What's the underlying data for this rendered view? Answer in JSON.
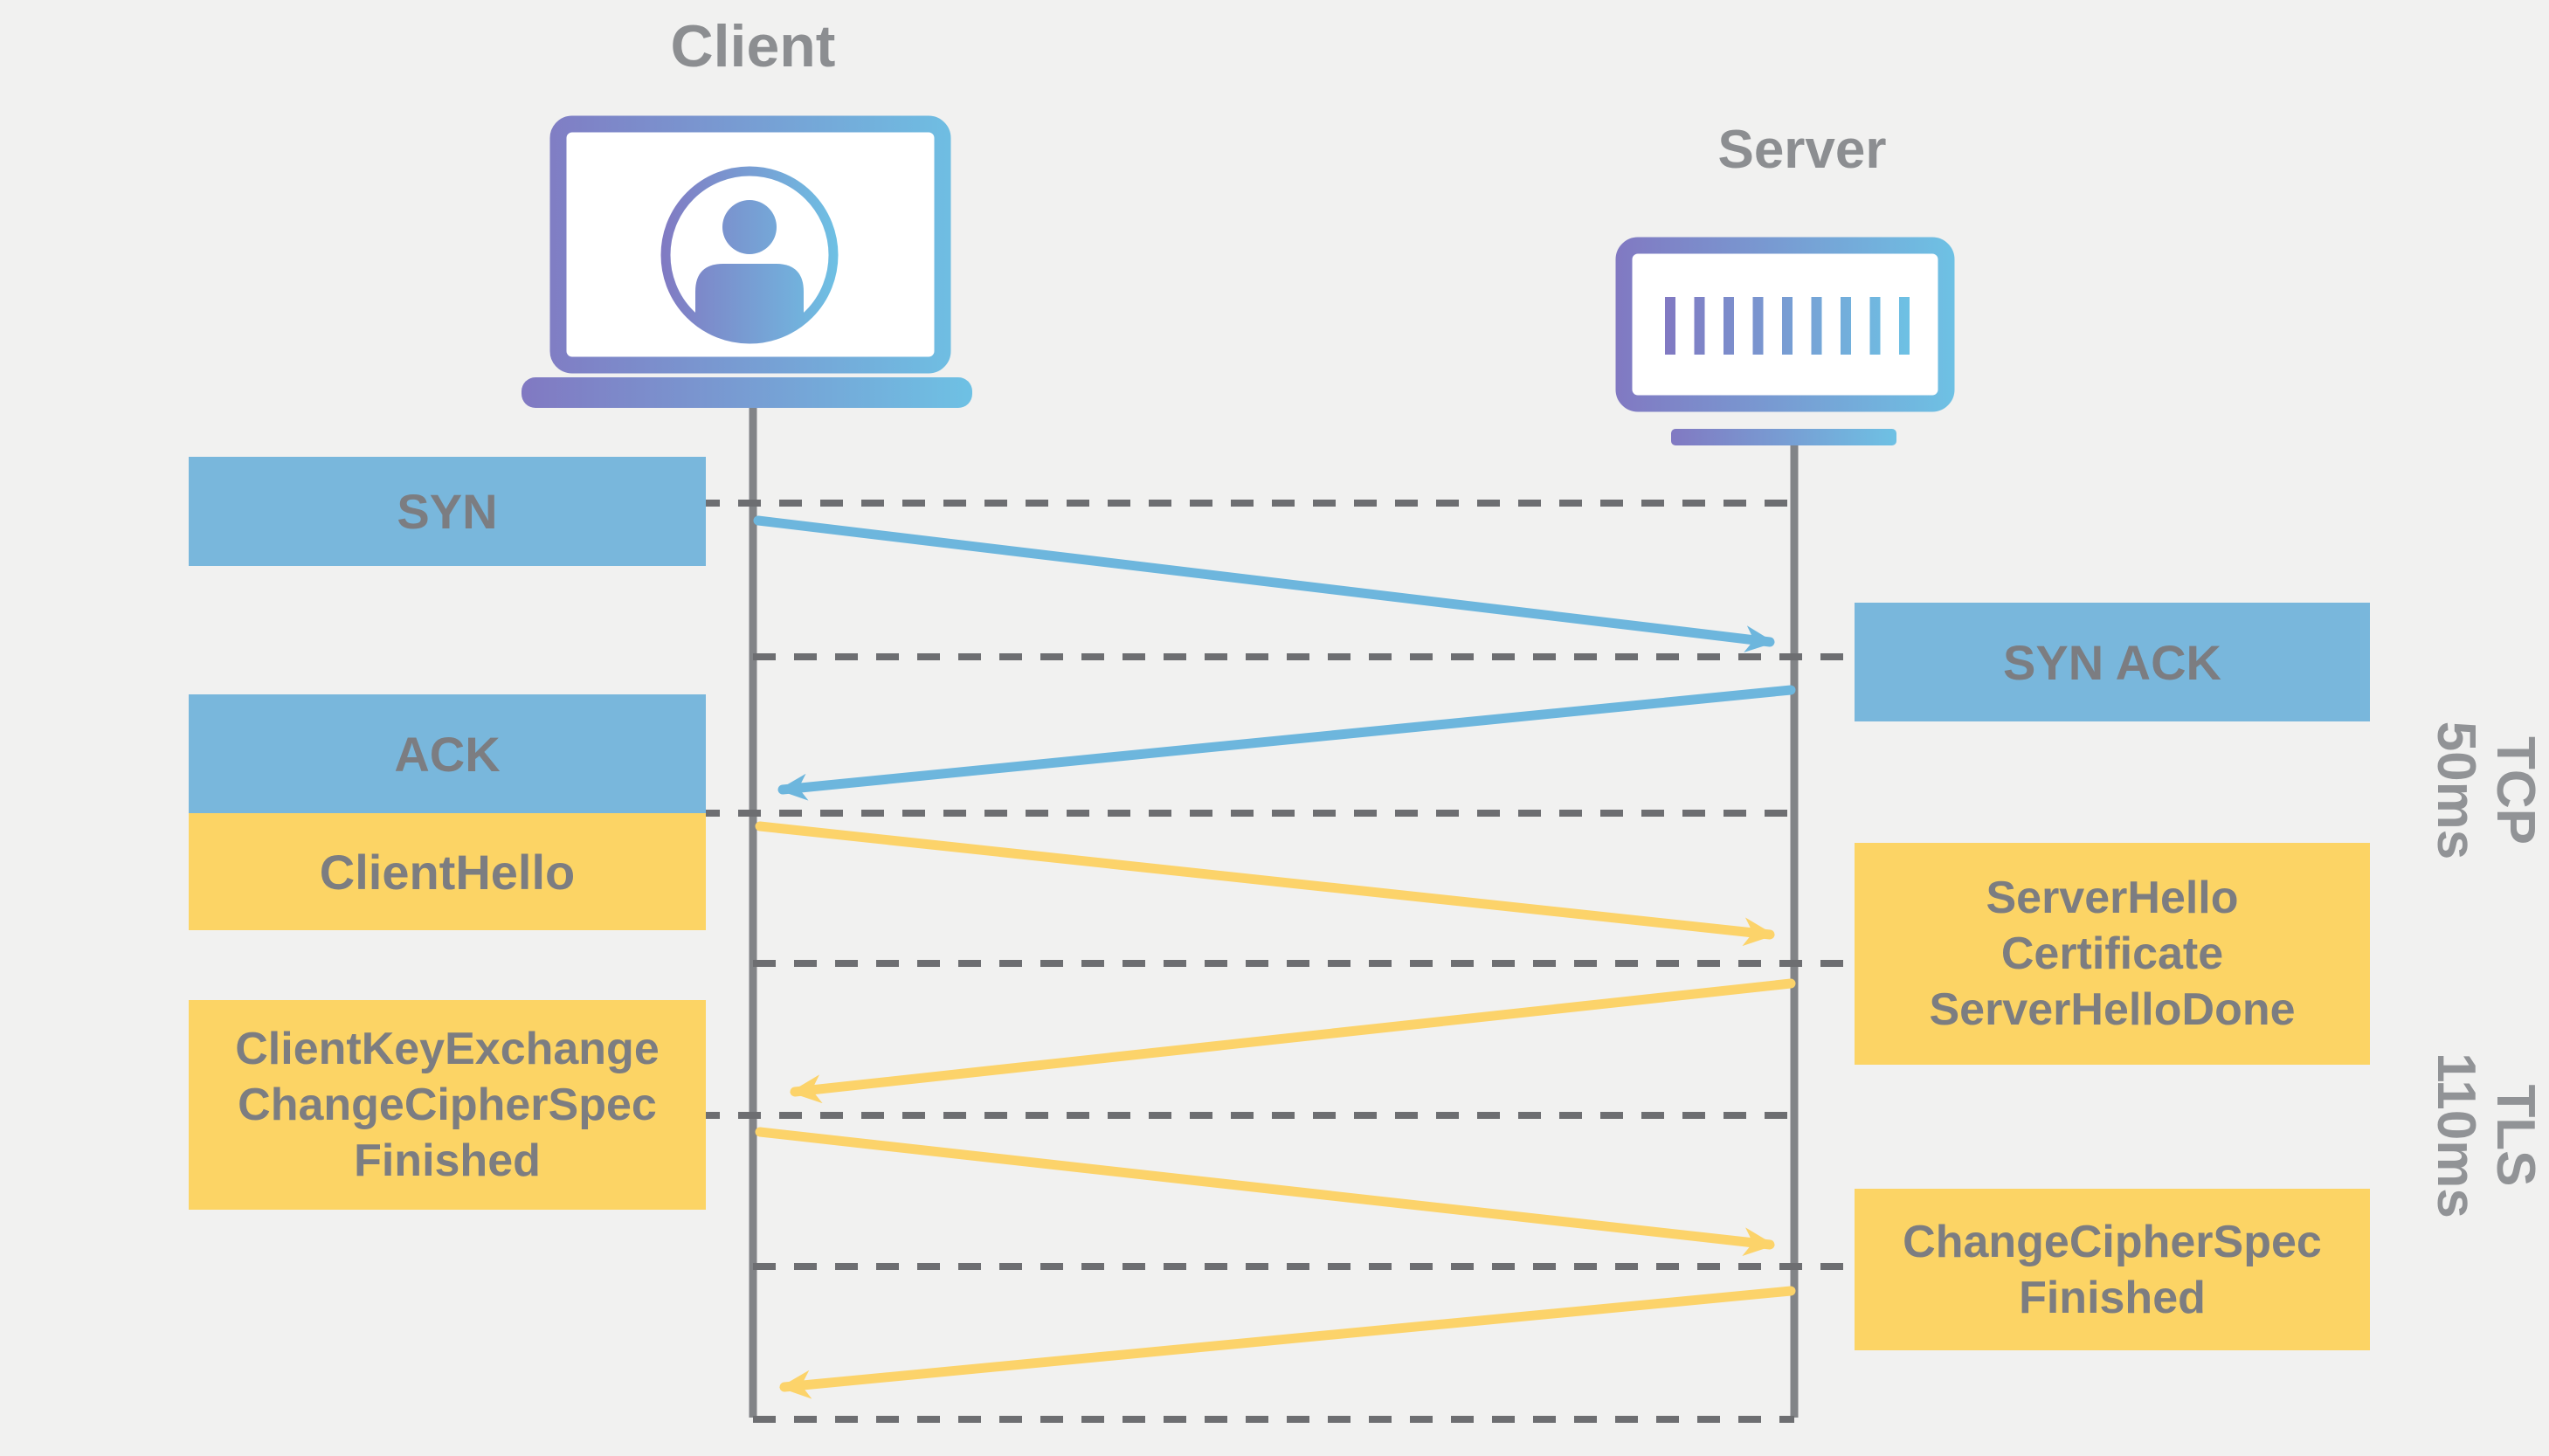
{
  "actors": {
    "client": {
      "label": "Client",
      "icon": "laptop-user-icon"
    },
    "server": {
      "label": "Server",
      "icon": "server-rack-icon"
    }
  },
  "messages": {
    "syn": "SYN",
    "syn_ack": "SYN ACK",
    "ack": "ACK",
    "client_hello": "ClientHello",
    "server_hello": {
      "line1": "ServerHello",
      "line2": "Certificate",
      "line3": "ServerHelloDone"
    },
    "client_key_exchange": {
      "line1": "ClientKeyExchange",
      "line2": "ChangeCipherSpec",
      "line3": "Finished"
    },
    "change_cipher_spec": {
      "line1": "ChangeCipherSpec",
      "line2": "Finished"
    }
  },
  "phases": {
    "tcp": {
      "protocol": "TCP",
      "duration": "50ms"
    },
    "tls": {
      "protocol": "TLS",
      "duration": "110ms"
    }
  },
  "colors": {
    "background": "#f1f1f0",
    "tcp_blue": "#79b7dc",
    "tls_yellow": "#fcd465",
    "arrow_blue": "#6db6dd",
    "arrow_yellow": "#fcd36a",
    "text_gray": "#7c7d81",
    "title_gray": "#8c8e91",
    "phase_gray": "#919396",
    "line_gray": "#828487",
    "dash_gray": "#6d6e71",
    "gradient_purple": "#8179c2",
    "gradient_blue": "#6ec1e4"
  }
}
